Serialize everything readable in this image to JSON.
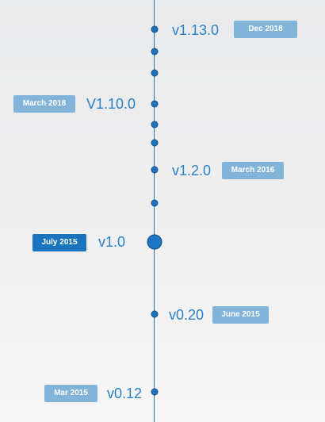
{
  "timeline": {
    "entries": [
      {
        "version": "v1.13.0",
        "date": "Dec 2018"
      },
      {
        "version": "V1.10.0",
        "date": "March 2018"
      },
      {
        "version": "v1.2.0",
        "date": "March 2016"
      },
      {
        "version": "v1.0",
        "date": "July 2015"
      },
      {
        "version": "v0.20",
        "date": "June 2015"
      },
      {
        "version": "v0.12",
        "date": "Mar 2015"
      }
    ]
  }
}
